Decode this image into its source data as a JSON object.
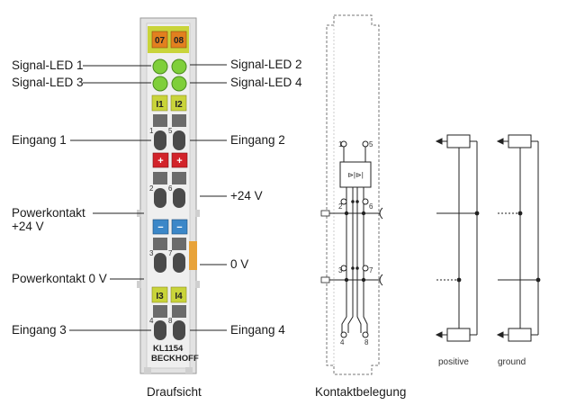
{
  "labels_left": {
    "signal_led_1": "Signal-LED 1",
    "signal_led_3": "Signal-LED 3",
    "eingang_1": "Eingang 1",
    "powerkontakt_24v_line1": "Powerkontakt",
    "powerkontakt_24v_line2": "+24 V",
    "powerkontakt_0v": "Powerkontakt 0 V",
    "eingang_3": "Eingang 3"
  },
  "labels_right": {
    "signal_led_2": "Signal-LED 2",
    "signal_led_4": "Signal-LED 4",
    "eingang_2": "Eingang 2",
    "plus_24v": "+24 V",
    "zero_v": "0 V",
    "eingang_4": "Eingang 4"
  },
  "terminal": {
    "top_channels": [
      "07",
      "08"
    ],
    "mid_channels_a": [
      "I1",
      "I2"
    ],
    "plus_signs": [
      "+",
      "+"
    ],
    "minus_signs": [
      "−",
      "−"
    ],
    "mid_channels_b": [
      "I3",
      "I4"
    ],
    "model": "KL1154",
    "brand": "BECKHOFF",
    "contact_numbers": [
      "1",
      "5",
      "2",
      "6",
      "3",
      "7",
      "4",
      "8"
    ]
  },
  "schematic": {
    "pins": [
      "1",
      "5",
      "2",
      "6",
      "3",
      "7",
      "4",
      "8"
    ]
  },
  "legend": {
    "positive": "positive",
    "ground": "ground"
  },
  "captions": {
    "draufsicht": "Draufsicht",
    "kontaktbelegung": "Kontaktbelegung"
  },
  "colors": {
    "orange": "#e2801f",
    "led_green": "#7fcf3a",
    "yellow_green": "#c9d43a",
    "red": "#d2232a",
    "blue": "#3b87c8",
    "housing": "#d9d9d9"
  }
}
